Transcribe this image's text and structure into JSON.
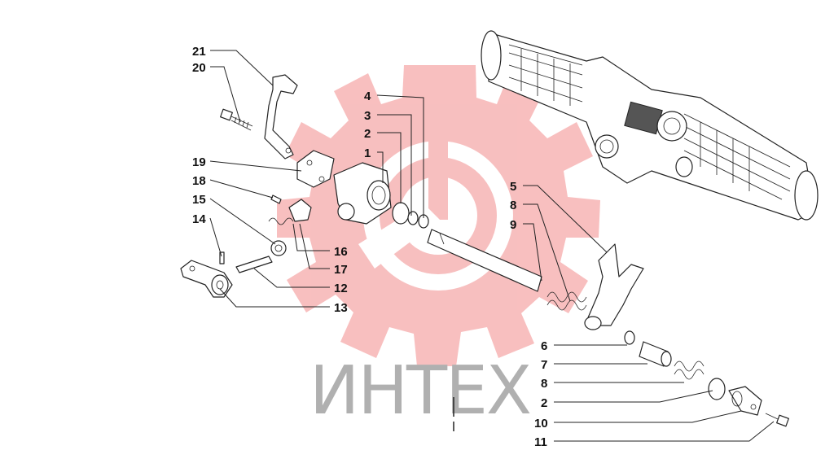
{
  "watermark": {
    "text": "ИНТЕХ",
    "color": "#f28b8b"
  },
  "callouts": [
    {
      "id": "c21",
      "text": "21"
    },
    {
      "id": "c20",
      "text": "20"
    },
    {
      "id": "c19",
      "text": "19"
    },
    {
      "id": "c18",
      "text": "18"
    },
    {
      "id": "c15",
      "text": "15"
    },
    {
      "id": "c14",
      "text": "14"
    },
    {
      "id": "c4",
      "text": "4"
    },
    {
      "id": "c3",
      "text": "3"
    },
    {
      "id": "c2a",
      "text": "2"
    },
    {
      "id": "c1",
      "text": "1"
    },
    {
      "id": "c16",
      "text": "16"
    },
    {
      "id": "c17",
      "text": "17"
    },
    {
      "id": "c12",
      "text": "12"
    },
    {
      "id": "c13",
      "text": "13"
    },
    {
      "id": "c5",
      "text": "5"
    },
    {
      "id": "c8a",
      "text": "8"
    },
    {
      "id": "c9",
      "text": "9"
    },
    {
      "id": "c6",
      "text": "6"
    },
    {
      "id": "c7",
      "text": "7"
    },
    {
      "id": "c8b",
      "text": "8"
    },
    {
      "id": "c2b",
      "text": "2"
    },
    {
      "id": "c10",
      "text": "10"
    },
    {
      "id": "c11",
      "text": "11"
    }
  ]
}
